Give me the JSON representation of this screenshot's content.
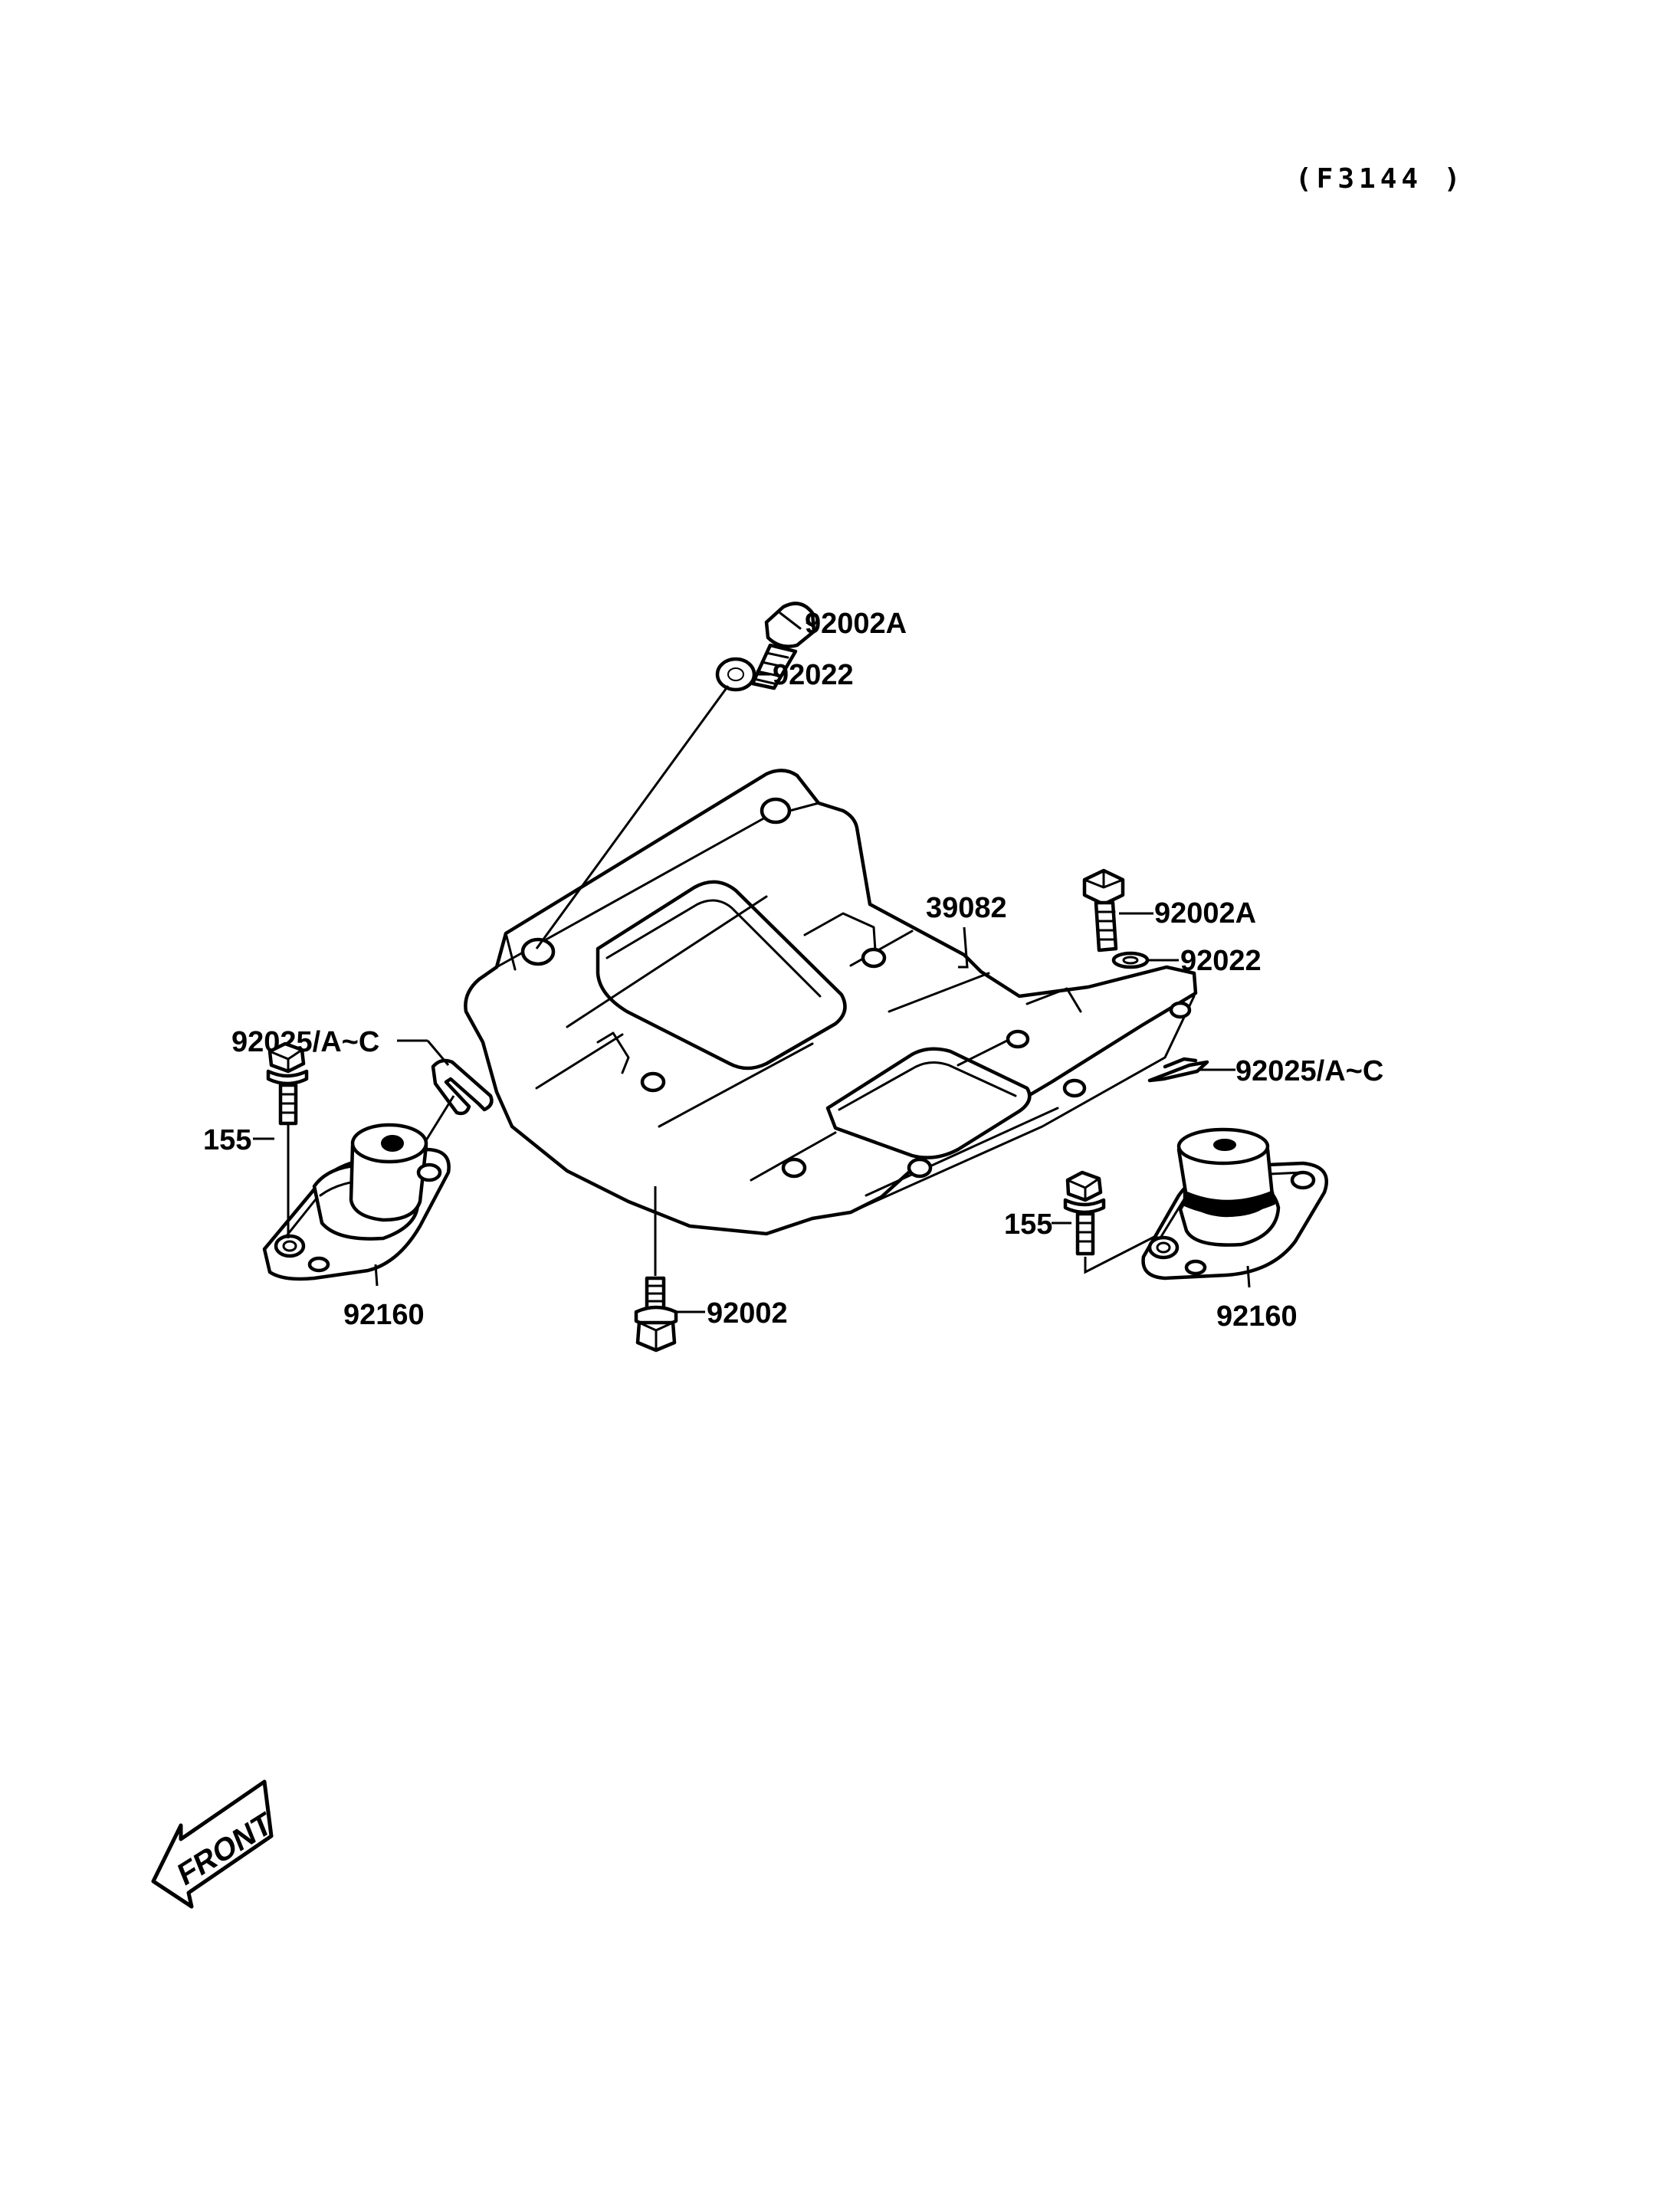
{
  "figure_code": "(F3144 )",
  "callouts": {
    "bolt_top": "92002A",
    "washer_top": "92022",
    "plate": "39082",
    "bolt_right": "92002A",
    "washer_right": "92022",
    "shim_left": "92025/A~C",
    "shim_right": "92025/A~C",
    "screw_left": "155",
    "screw_right": "155",
    "mount_left": "92160",
    "mount_right": "92160",
    "bolt_bottom": "92002"
  },
  "front_arrow": {
    "label": "FRONT",
    "icon": "front-direction-arrow-icon"
  }
}
